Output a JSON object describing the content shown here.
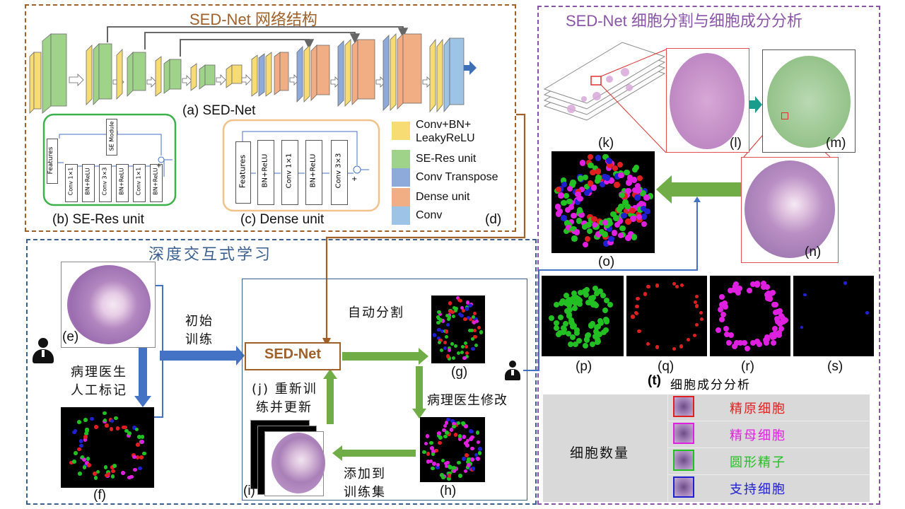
{
  "titles": {
    "arch": "SED-Net 网络结构",
    "analysis": "SED-Net 细胞分割与细胞成分分析",
    "interactive": "深度交互式学习"
  },
  "arch_panel": {
    "a": "(a) SED-Net",
    "b": "(b) SE-Res unit",
    "c": "(c) Dense unit",
    "d": "(d)",
    "se_module": "SE Module",
    "features": "Features",
    "se_blocks": [
      "Conv 1×1",
      "BN+ReLU",
      "Conv 3×3",
      "BN+ReLU",
      "Conv 1×1",
      "BN+ReLU"
    ],
    "dense_blocks": [
      "BN+ReLU",
      "Conv 1×1",
      "BN+ReLU",
      "Conv 3×3"
    ],
    "plus": "+"
  },
  "legend": [
    {
      "label": "Conv+BN+\nLeakyReLU",
      "line1": "Conv+BN+",
      "line2": "LeakyReLU",
      "color": "#f6dc72"
    },
    {
      "label": "SE-Res unit",
      "color": "#9fd38a"
    },
    {
      "label": "Conv Transpose",
      "color": "#8eaadb"
    },
    {
      "label": "Dense unit",
      "color": "#f1ad84"
    },
    {
      "label": "Conv",
      "color": "#9dc3e6"
    }
  ],
  "interactive_panel": {
    "e": "(e)",
    "f": "(f)",
    "g": "(g)",
    "h": "(h)",
    "i": "(i)",
    "initial_training_1": "初始",
    "initial_training_2": "训练",
    "manual_label_1": "病理医生",
    "manual_label_2": "人工标记",
    "sednet_box": "SED-Net",
    "auto_seg": "自动分割",
    "retrain_1": "(j) 重新训",
    "retrain_2": "练并更新",
    "doctor_modify": "病理医生修改",
    "add_to_train_1": "添加到",
    "add_to_train_2": "训练集"
  },
  "analysis_panel": {
    "k": "(k)",
    "l": "(l)",
    "m": "(m)",
    "n": "(n)",
    "o": "(o)",
    "p": "(p)",
    "q": "(q)",
    "r": "(r)",
    "s": "(s)",
    "t_label": "(t)",
    "t_text": "细胞成分分析",
    "cell_count": "细胞数量",
    "cell_types": [
      {
        "name": "精原细胞",
        "color": "#e02020"
      },
      {
        "name": "精母细胞",
        "color": "#e020e0"
      },
      {
        "name": "圆形精子",
        "color": "#22c022"
      },
      {
        "name": "支持细胞",
        "color": "#2020d0"
      }
    ]
  }
}
